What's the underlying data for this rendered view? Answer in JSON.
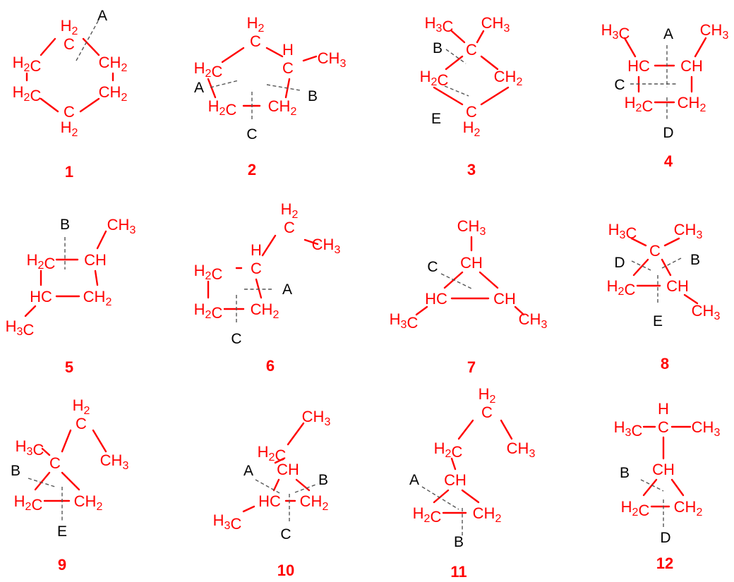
{
  "molecules": [
    {
      "number": "1",
      "atoms": [
        {
          "main": "C",
          "top": "H2"
        },
        {
          "main": "H2C"
        },
        {
          "main": "CH2"
        },
        {
          "main": "H2C"
        },
        {
          "main": "CH2"
        },
        {
          "main": "C",
          "bottom": "H2"
        }
      ],
      "cuts": [
        "A"
      ]
    },
    {
      "number": "2",
      "atoms": [
        {
          "main": "C",
          "top": "H2"
        },
        {
          "main": "H2C"
        },
        {
          "main": "C",
          "top": "H"
        },
        {
          "main": "CH3"
        },
        {
          "main": "H2C"
        },
        {
          "main": "CH2"
        }
      ],
      "cuts": [
        "A",
        "B",
        "C"
      ]
    },
    {
      "number": "3",
      "atoms": [
        {
          "main": "H3C"
        },
        {
          "main": "CH3"
        },
        {
          "main": "C"
        },
        {
          "main": "H2C"
        },
        {
          "main": "CH2"
        },
        {
          "main": "C",
          "bottom": "H2"
        }
      ],
      "cuts": [
        "B",
        "E"
      ]
    },
    {
      "number": "4",
      "atoms": [
        {
          "main": "H3C"
        },
        {
          "main": "CH3"
        },
        {
          "main": "HC"
        },
        {
          "main": "CH"
        },
        {
          "main": "H2C"
        },
        {
          "main": "CH2"
        }
      ],
      "cuts": [
        "A",
        "C",
        "D"
      ]
    },
    {
      "number": "5",
      "atoms": [
        {
          "main": "CH3"
        },
        {
          "main": "H2C"
        },
        {
          "main": "CH"
        },
        {
          "main": "HC"
        },
        {
          "main": "CH2"
        },
        {
          "main": "H3C"
        }
      ],
      "cuts": [
        "B"
      ]
    },
    {
      "number": "6",
      "atoms": [
        {
          "main": "C",
          "top": "H2"
        },
        {
          "main": "CH3"
        },
        {
          "main": "C",
          "top": "H"
        },
        {
          "main": "H2C"
        },
        {
          "main": "H2C"
        },
        {
          "main": "CH2"
        }
      ],
      "cuts": [
        "A",
        "C"
      ]
    },
    {
      "number": "7",
      "atoms": [
        {
          "main": "CH3"
        },
        {
          "main": "CH"
        },
        {
          "main": "HC"
        },
        {
          "main": "CH"
        },
        {
          "main": "H3C"
        },
        {
          "main": "CH3"
        }
      ],
      "cuts": [
        "C"
      ]
    },
    {
      "number": "8",
      "atoms": [
        {
          "main": "H3C"
        },
        {
          "main": "CH3"
        },
        {
          "main": "C"
        },
        {
          "main": "H2C"
        },
        {
          "main": "CH"
        },
        {
          "main": "CH3"
        }
      ],
      "cuts": [
        "D",
        "B",
        "E"
      ]
    },
    {
      "number": "9",
      "atoms": [
        {
          "main": "C",
          "top": "H2"
        },
        {
          "main": "H3C"
        },
        {
          "main": "CH3"
        },
        {
          "main": "C"
        },
        {
          "main": "H2C"
        },
        {
          "main": "CH2"
        }
      ],
      "cuts": [
        "B",
        "E"
      ]
    },
    {
      "number": "10",
      "atoms": [
        {
          "main": "CH3"
        },
        {
          "main": "H2C"
        },
        {
          "main": "CH"
        },
        {
          "main": "HC"
        },
        {
          "main": "CH2"
        },
        {
          "main": "H3C"
        }
      ],
      "cuts": [
        "A",
        "B",
        "C"
      ]
    },
    {
      "number": "11",
      "atoms": [
        {
          "main": "C",
          "top": "H2"
        },
        {
          "main": "H2C"
        },
        {
          "main": "CH3"
        },
        {
          "main": "CH"
        },
        {
          "main": "H2C"
        },
        {
          "main": "CH2"
        }
      ],
      "cuts": [
        "A",
        "B"
      ]
    },
    {
      "number": "12",
      "atoms": [
        {
          "main": "H3C"
        },
        {
          "main": "C",
          "top": "H"
        },
        {
          "main": "CH3"
        },
        {
          "main": "CH"
        },
        {
          "main": "H2C"
        },
        {
          "main": "CH2"
        }
      ],
      "cuts": [
        "B",
        "D"
      ]
    }
  ],
  "colors": {
    "structure": "#ff0000",
    "cut_label": "#000000",
    "cut_line": "#555555"
  }
}
